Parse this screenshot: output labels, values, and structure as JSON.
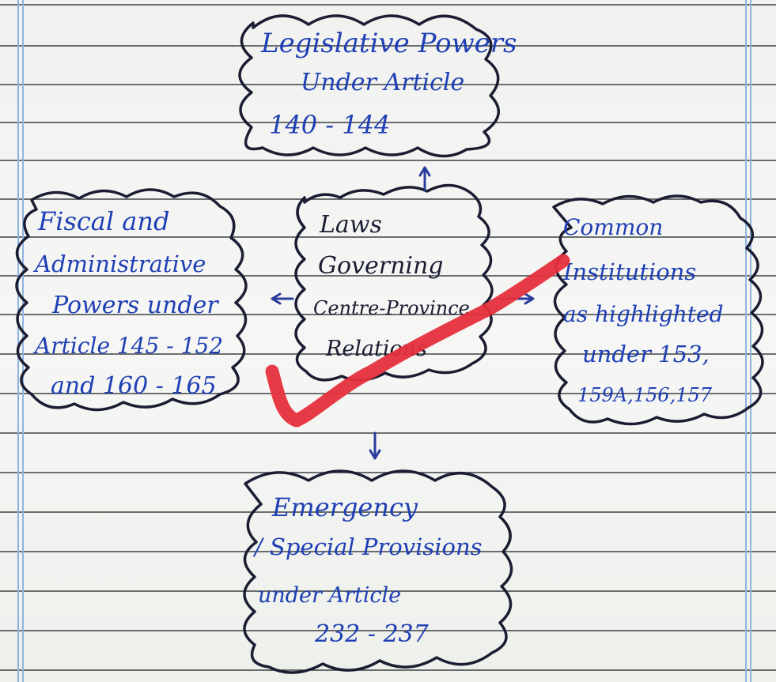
{
  "colors": {
    "paper": "#f3f4f1",
    "rule_line": "#1f2326",
    "margin_line": "#8fb3e0",
    "ink_blue": "#1f3fb4",
    "ink_black": "#1b1d33",
    "highlight_red": "#e5303c"
  },
  "diagram": {
    "center": {
      "lines": [
        "Laws",
        "Governing",
        "Centre-Province",
        "Relations"
      ]
    },
    "top": {
      "lines": [
        "Legislative Powers",
        "Under Article",
        "140 - 144"
      ]
    },
    "left": {
      "lines": [
        "Fiscal and",
        "Administrative",
        "Powers under",
        "Article 145 - 152",
        "and 160 - 165"
      ]
    },
    "right": {
      "lines": [
        "Common",
        "Institutions",
        "as highlighted",
        "under 153,",
        "159A,156,157"
      ]
    },
    "bottom": {
      "lines": [
        "Emergency",
        "/ Special Provisions",
        "under Article",
        "232 - 237"
      ]
    }
  }
}
